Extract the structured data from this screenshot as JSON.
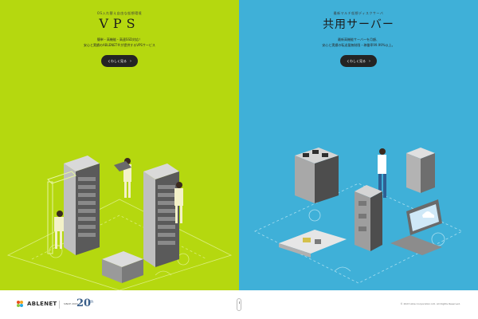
{
  "vps": {
    "eyebrow": "OS入れ替え自由な仮想環境",
    "title": "VPS",
    "desc": [
      "簡単・高機能・高速SSD対応！",
      "安心と実績のABLENET®が提供するVPSサービス"
    ],
    "button": "くわしく見る"
  },
  "shared": {
    "eyebrow": "最新マルチ仮想ディスクサーバ",
    "title": "共用サーバー",
    "desc": [
      "最新高機能サーバーを月額、",
      "安心と実績の転送量無制限・稼働率99.99%以上。"
    ],
    "button": "くわしく見る"
  },
  "footer": {
    "brand": "ABLENET",
    "since": "SINCE 2003",
    "twenty": "20",
    "th": "th",
    "copyright": "© 2023 Able Corporation Ltd. All Rights Reserved."
  },
  "colors": {
    "vps_bg": "#b5d80f",
    "shared_bg": "#3fb0d8"
  },
  "icons": [
    "arrow-right-icon",
    "logo-icon",
    "scroll-icon"
  ]
}
